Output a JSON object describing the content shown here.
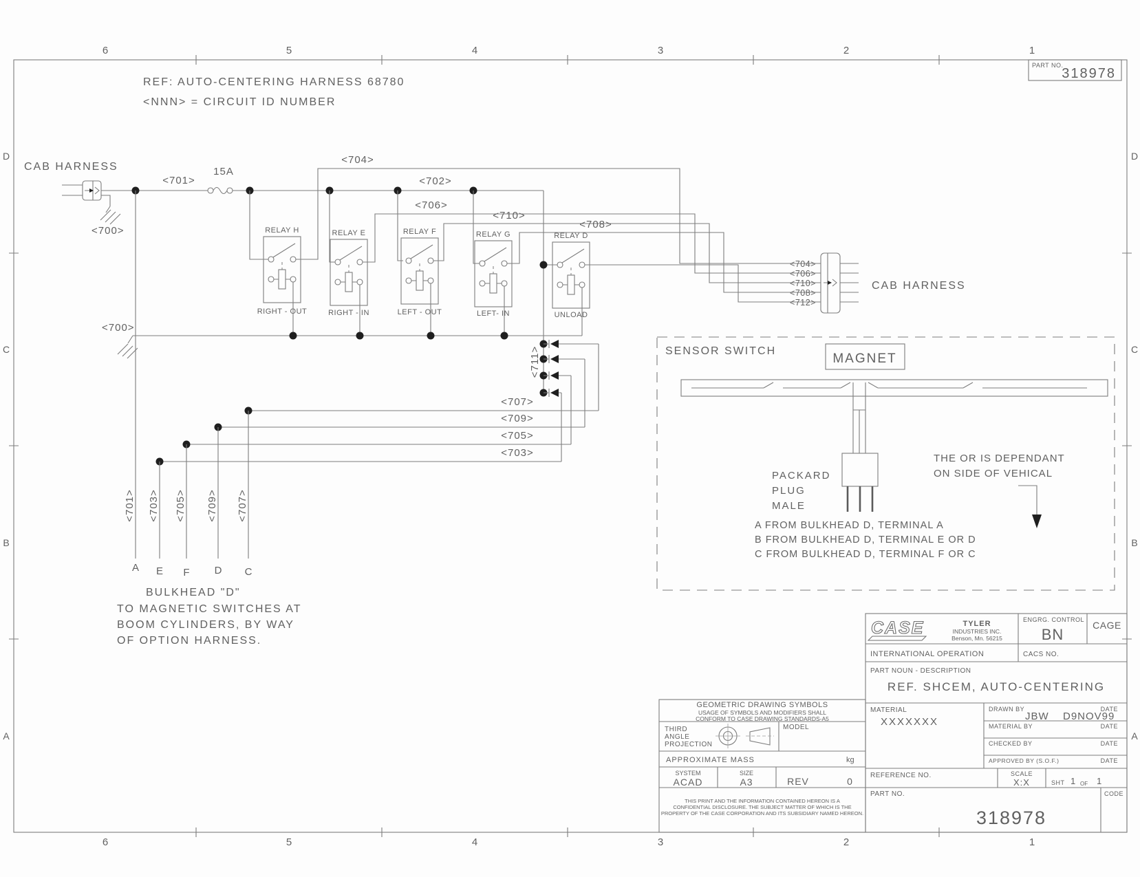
{
  "part_box": {
    "label": "PART NO.",
    "number": "318978"
  },
  "header": {
    "line1": "REF: AUTO-CENTERING   HARNESS 68780",
    "line2": "<NNN> = CIRCUIT ID NUMBER"
  },
  "border": {
    "columns": [
      "6",
      "5",
      "4",
      "3",
      "2",
      "1"
    ],
    "rows": [
      "D",
      "C",
      "B",
      "A"
    ]
  },
  "left_connector": {
    "label": "CAB HARNESS",
    "ground": "<700>"
  },
  "bus": {
    "c701": "<701>",
    "fuse": "15A",
    "c702": "<702>"
  },
  "ground_bus": {
    "label": "<700>"
  },
  "relays": [
    {
      "name": "RELAY H",
      "function": "RIGHT - OUT"
    },
    {
      "name": "RELAY E",
      "function": "RIGHT - IN"
    },
    {
      "name": "RELAY F",
      "function": "LEFT - OUT"
    },
    {
      "name": "RELAY G",
      "function": "LEFT- IN"
    },
    {
      "name": "RELAY D",
      "function": "UNLOAD"
    }
  ],
  "connector_right": {
    "wires": [
      "<704>",
      "<706>",
      "<710>",
      "<708>",
      "<712>"
    ],
    "label": "CAB HARNESS"
  },
  "or_circuit": {
    "label": "<711>"
  },
  "mid_lines": [
    "<707>",
    "<709>",
    "<705>",
    "<703>"
  ],
  "bulkhead": {
    "wire_labels": [
      "<701>",
      "<703>",
      "<705>",
      "<709>",
      "<707>"
    ],
    "terminals": [
      "A",
      "E",
      "F",
      "D",
      "C"
    ],
    "note": [
      "BULKHEAD \"D\"",
      "TO MAGNETIC SWITCHES AT",
      "BOOM CYLINDERS, BY WAY",
      "OF OPTION HARNESS."
    ]
  },
  "sensor": {
    "title": "SENSOR SWITCH",
    "magnet": "MAGNET",
    "plug": [
      "PACKARD",
      "PLUG",
      "MALE"
    ],
    "or_note": [
      "THE OR IS DEPENDANT",
      "ON SIDE OF VEHICAL"
    ],
    "terminals": [
      "A  FROM BULKHEAD D, TERMINAL A",
      "B  FROM BULKHEAD D, TERMINAL E OR D",
      "C  FROM BULKHEAD D, TERMINAL F OR C"
    ]
  },
  "title_block": {
    "company": "CASE",
    "firm": "TYLER",
    "firm2": "INDUSTRIES INC.",
    "firm3": "Benson, Mn. 56215",
    "engrg_label": "ENGRG. CONTROL",
    "engrg": "BN",
    "cage": "CAGE",
    "operation": "INTERNATIONAL OPERATION",
    "cacs": "CACS NO.",
    "noun_label": "PART NOUN - DESCRIPTION",
    "description": "REF. SHCEM, AUTO-CENTERING",
    "material_label": "MATERIAL",
    "material": "XXXXXXX",
    "drawn_label": "DRAWN BY",
    "date_label": "DATE",
    "drawn_by": "JBW",
    "drawn_date": "D9NOV99",
    "material_by": "MATERIAL BY",
    "checked_by": "CHECKED BY",
    "approved_by": "APPROVED BY (S.O.F.)",
    "reference": "REFERENCE NO.",
    "scale_label": "SCALE",
    "scale": "X:X",
    "sht_label": "SHT",
    "sheet": "1",
    "of_label": "OF",
    "total": "1",
    "part_label": "PART NO.",
    "part_no": "318978",
    "code": "CODE"
  },
  "geo_box": {
    "h1": "GEOMETRIC DRAWING SYMBOLS",
    "h2": "USAGE OF SYMBOLS AND MODIFIERS SHALL",
    "h3": "CONFORM TO CASE DRAWING STANDARDS-A5",
    "proj1": "THIRD",
    "proj2": "ANGLE",
    "proj3": "PROJECTION",
    "model": "MODEL",
    "mass": "APPROXIMATE MASS",
    "kg": "kg",
    "system_label": "SYSTEM",
    "system": "ACAD",
    "size_label": "SIZE",
    "size": "A3",
    "rev_label": "REV",
    "rev": "0",
    "disc1": "THIS PRINT AND THE INFORMATION CONTAINED HEREON IS A",
    "disc2": "CONFIDENTIAL DISCLOSURE. THE SUBJECT MATTER OF WHICH IS THE",
    "disc3": "PROPERTY OF THE CASE CORPORATION AND ITS SUBSIDIARY NAMED HEREON."
  }
}
